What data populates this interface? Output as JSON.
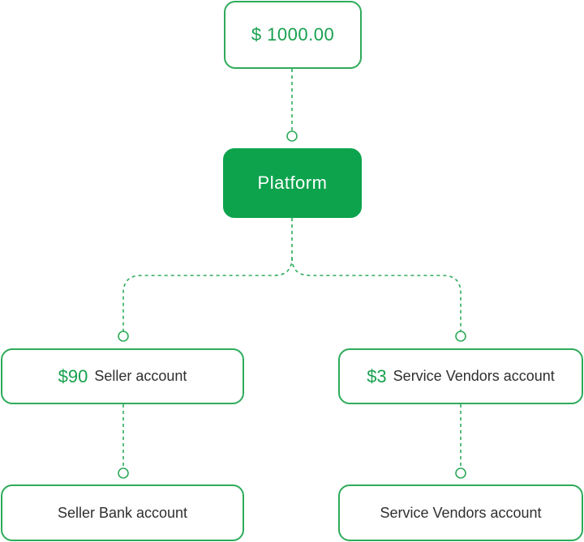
{
  "colors": {
    "accent": "#0da34d",
    "border": "#2eab5a",
    "amount_text": "#18a04e",
    "label_text": "#2f2f2f",
    "platform_text": "#ffffff"
  },
  "nodes": {
    "top": {
      "amount": "$ 1000.00"
    },
    "platform": {
      "label": "Platform"
    },
    "seller": {
      "amount": "$90",
      "label": "Seller account"
    },
    "vendors": {
      "amount": "$3",
      "label": "Service Vendors account"
    },
    "seller_bank": {
      "label": "Seller Bank account"
    },
    "vendors_bottom": {
      "label": "Service Vendors account"
    }
  },
  "connectors": [
    {
      "from": "top",
      "to": "platform",
      "style": "dashed"
    },
    {
      "from": "platform",
      "to": "seller",
      "style": "dashed"
    },
    {
      "from": "platform",
      "to": "vendors",
      "style": "dashed"
    },
    {
      "from": "seller",
      "to": "seller_bank",
      "style": "dashed"
    },
    {
      "from": "vendors",
      "to": "vendors_bottom",
      "style": "dashed"
    }
  ]
}
